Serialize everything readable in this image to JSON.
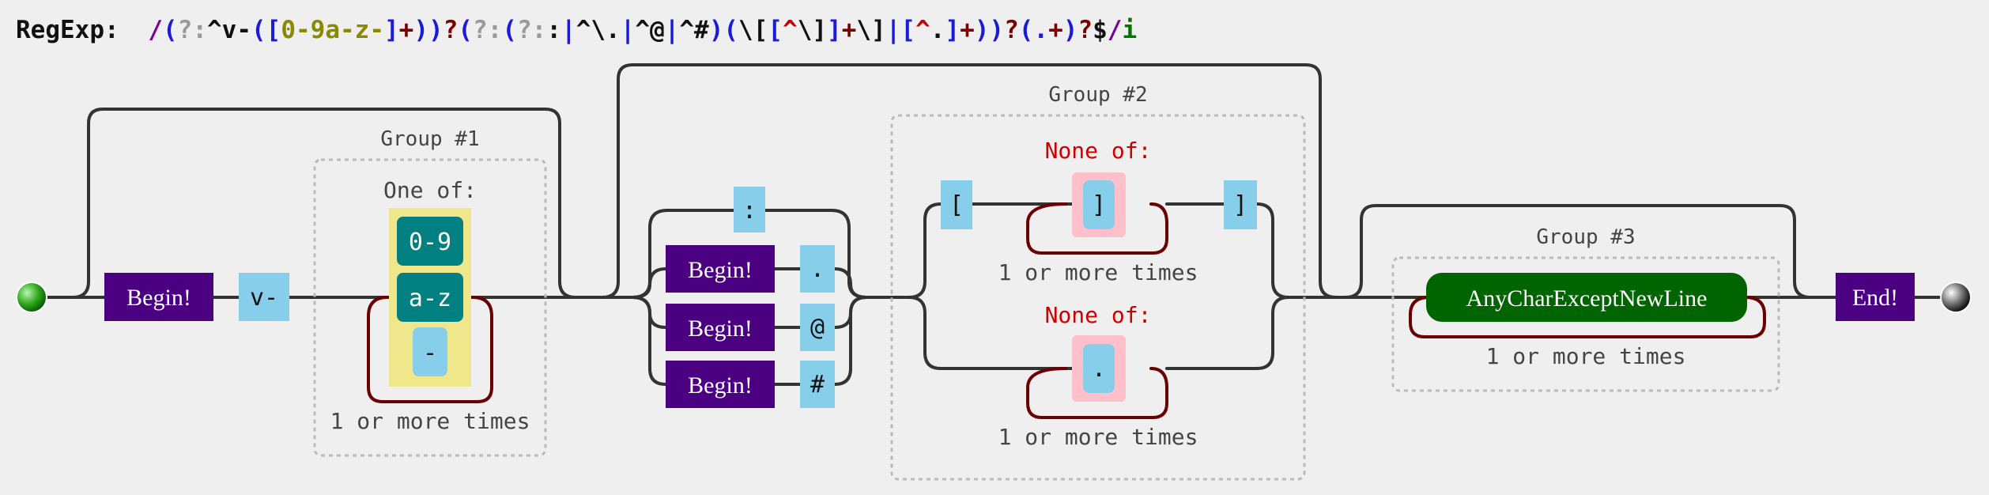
{
  "regexp": {
    "prefix": "RegExp:",
    "tokens": [
      {
        "t": "/",
        "c": "#7a0099"
      },
      {
        "t": "(",
        "c": "#1a1adb"
      },
      {
        "t": "?:",
        "c": "#999999"
      },
      {
        "t": "^v-",
        "c": "#111111"
      },
      {
        "t": "(",
        "c": "#1a1adb"
      },
      {
        "t": "[",
        "c": "#1a1adb"
      },
      {
        "t": "0-9a-z-",
        "c": "#8a8a00"
      },
      {
        "t": "]",
        "c": "#1a1adb"
      },
      {
        "t": "+",
        "c": "#7a0000"
      },
      {
        "t": "))",
        "c": "#1a1adb"
      },
      {
        "t": "?",
        "c": "#7a0000"
      },
      {
        "t": "(",
        "c": "#1a1adb"
      },
      {
        "t": "?:",
        "c": "#999999"
      },
      {
        "t": "(",
        "c": "#1a1adb"
      },
      {
        "t": "?:",
        "c": "#999999"
      },
      {
        "t": ":",
        "c": "#111111"
      },
      {
        "t": "|",
        "c": "#1a1adb"
      },
      {
        "t": "^\\.",
        "c": "#111111"
      },
      {
        "t": "|",
        "c": "#1a1adb"
      },
      {
        "t": "^@",
        "c": "#111111"
      },
      {
        "t": "|",
        "c": "#1a1adb"
      },
      {
        "t": "^#",
        "c": "#111111"
      },
      {
        "t": ")",
        "c": "#1a1adb"
      },
      {
        "t": "(",
        "c": "#1a1adb"
      },
      {
        "t": "\\[",
        "c": "#111111"
      },
      {
        "t": "[",
        "c": "#1a1adb"
      },
      {
        "t": "^",
        "c": "#cc0000"
      },
      {
        "t": "\\]",
        "c": "#111111"
      },
      {
        "t": "]",
        "c": "#1a1adb"
      },
      {
        "t": "+",
        "c": "#7a0000"
      },
      {
        "t": "\\]",
        "c": "#111111"
      },
      {
        "t": "|",
        "c": "#1a1adb"
      },
      {
        "t": "[",
        "c": "#1a1adb"
      },
      {
        "t": "^",
        "c": "#cc0000"
      },
      {
        "t": ".",
        "c": "#111111"
      },
      {
        "t": "]",
        "c": "#1a1adb"
      },
      {
        "t": "+",
        "c": "#7a0000"
      },
      {
        "t": "))",
        "c": "#1a1adb"
      },
      {
        "t": "?",
        "c": "#7a0000"
      },
      {
        "t": "(",
        "c": "#1a1adb"
      },
      {
        "t": ".",
        "c": "#1a1adb"
      },
      {
        "t": "+",
        "c": "#7a0000"
      },
      {
        "t": ")",
        "c": "#1a1adb"
      },
      {
        "t": "?",
        "c": "#7a0000"
      },
      {
        "t": "$",
        "c": "#111111"
      },
      {
        "t": "/",
        "c": "#7a0099"
      },
      {
        "t": "i",
        "c": "#007700"
      }
    ]
  },
  "colors": {
    "anchor": "#4b0082",
    "literal": "#87ceeb",
    "charset": "#f0e68c",
    "range": "#008080",
    "negated": "#ffc0cb",
    "anychar": "#006400",
    "loop": "#6b0000",
    "none_of": "#cc0000",
    "wire": "#333333"
  },
  "diagram": {
    "begin1": "Begin!",
    "literal_v": "v-",
    "group1": {
      "label": "Group #1",
      "one_of": "One of:",
      "ranges": [
        "0-9",
        "a-z"
      ],
      "char": "-",
      "repeat": "1 or more times"
    },
    "alt": {
      "colon": ":",
      "begin_labels": [
        "Begin!",
        "Begin!",
        "Begin!"
      ],
      "chars": [
        ".",
        "@",
        "#"
      ]
    },
    "group2": {
      "label": "Group #2",
      "none_of_1": "None of:",
      "bracket_open": "[",
      "bracket_char": "]",
      "bracket_close": "]",
      "repeat_1": "1 or more times",
      "none_of_2": "None of:",
      "dot_char": ".",
      "repeat_2": "1 or more times"
    },
    "group3": {
      "label": "Group #3",
      "anychar": "AnyCharExceptNewLine",
      "repeat": "1 or more times"
    },
    "end": "End!"
  }
}
